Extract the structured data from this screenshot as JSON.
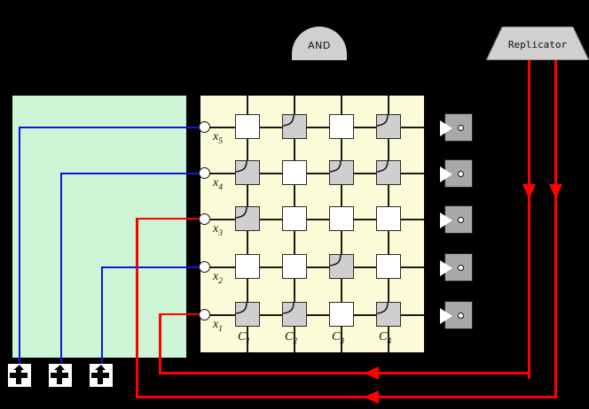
{
  "diagram": {
    "title_and": "AND",
    "title_replicator": "Replicator",
    "background": "#000000",
    "green_panel_color": "#cdf5d5",
    "yellow_panel_color": "#fbfbd8",
    "blue_wire_color": "#1414d8",
    "red_wire_color": "#ff0000",
    "gate_fill": "#a8a8a8",
    "cell_on_fill": "#cfcfcf",
    "cell_off_fill": "#ffffff"
  },
  "rows": [
    {
      "id": "x5",
      "label": "x",
      "sub": "5",
      "wire_color": "#1414d8",
      "cells": [
        "off",
        "on",
        "off",
        "on"
      ]
    },
    {
      "id": "x4",
      "label": "x",
      "sub": "4",
      "wire_color": "#1414d8",
      "cells": [
        "on",
        "off",
        "on",
        "on"
      ]
    },
    {
      "id": "x3",
      "label": "x",
      "sub": "3",
      "wire_color": "#ff0000",
      "cells": [
        "on",
        "off",
        "off",
        "off"
      ]
    },
    {
      "id": "x2",
      "label": "x",
      "sub": "2",
      "wire_color": "#1414d8",
      "cells": [
        "off",
        "off",
        "on",
        "off"
      ]
    },
    {
      "id": "x1",
      "label": "x",
      "sub": "1",
      "wire_color": "#ff0000",
      "cells": [
        "on",
        "on",
        "off",
        "on"
      ]
    }
  ],
  "columns": [
    {
      "id": "C1",
      "label": "C",
      "sub": "1"
    },
    {
      "id": "C2",
      "label": "C",
      "sub": "2"
    },
    {
      "id": "C3",
      "label": "C",
      "sub": "3"
    },
    {
      "id": "C4",
      "label": "C",
      "sub": "4"
    }
  ],
  "not_gates": [
    {
      "id": "not-x5"
    },
    {
      "id": "not-x4"
    },
    {
      "id": "not-x3"
    },
    {
      "id": "not-x2"
    },
    {
      "id": "not-x1"
    }
  ],
  "plug_connectors": [
    {
      "id": "plug-1"
    },
    {
      "id": "plug-2"
    },
    {
      "id": "plug-3"
    }
  ],
  "feedback_wires": [
    {
      "id": "feedback-upper",
      "color": "#ff0000",
      "direction": "left"
    },
    {
      "id": "feedback-lower",
      "color": "#ff0000",
      "direction": "left"
    }
  ],
  "replicator_outputs": [
    {
      "id": "replicator-out-left",
      "color": "#ff0000",
      "direction": "down"
    },
    {
      "id": "replicator-out-right",
      "color": "#ff0000",
      "direction": "down"
    }
  ]
}
